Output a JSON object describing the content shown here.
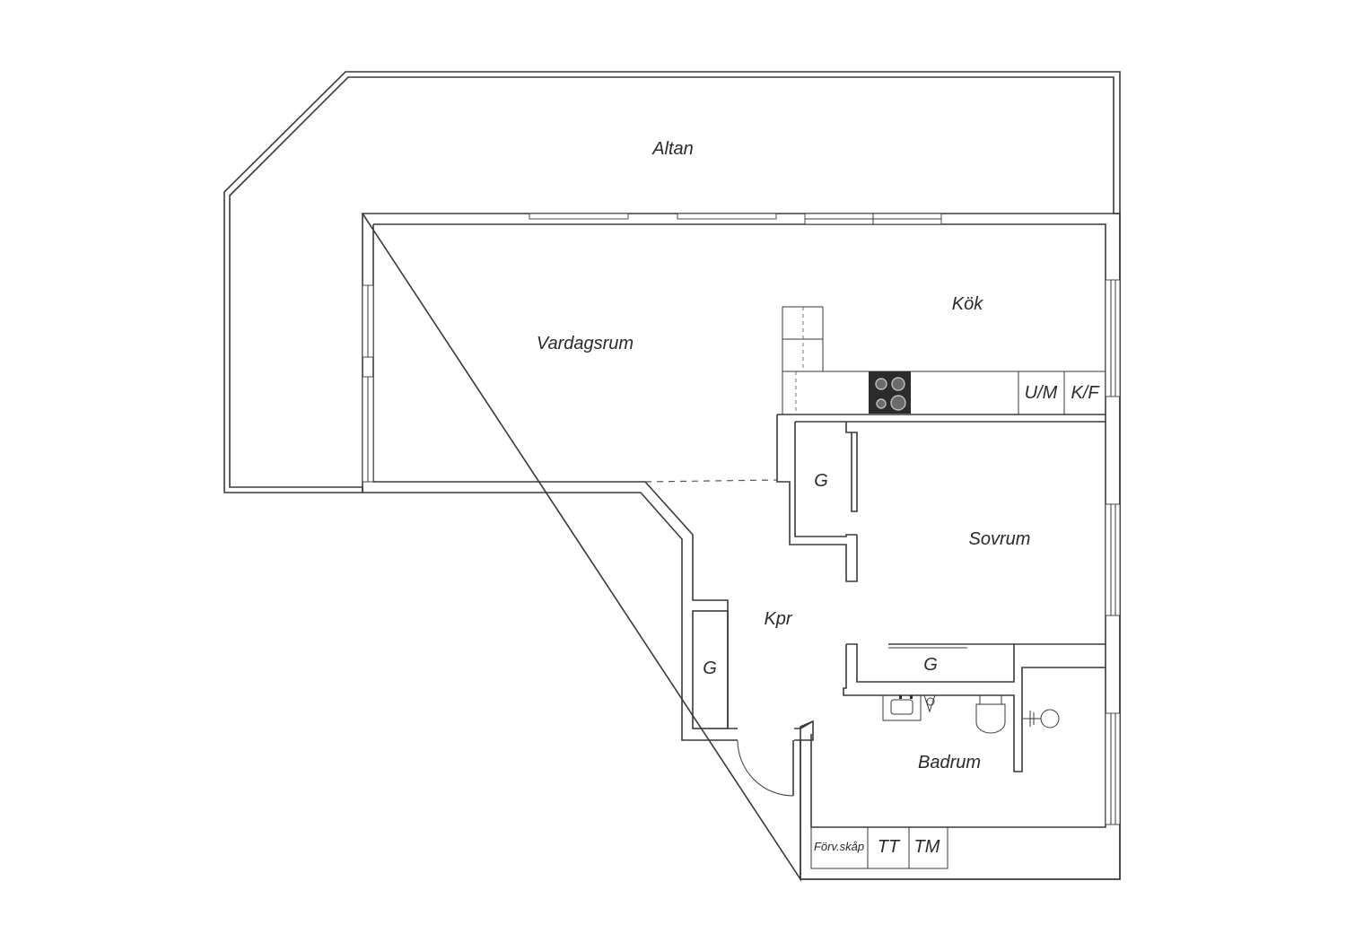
{
  "rooms": {
    "altan": "Altan",
    "vardagsrum": "Vardagsrum",
    "kok": "Kök",
    "sovrum": "Sovrum",
    "kpr": "Kpr",
    "badrum": "Badrum",
    "garderob_1": "G",
    "garderob_2": "G",
    "garderob_3": "G"
  },
  "fixtures": {
    "um": "U/M",
    "kf": "K/F",
    "forvskap": "Förv.skåp",
    "tt": "TT",
    "tm": "TM"
  }
}
